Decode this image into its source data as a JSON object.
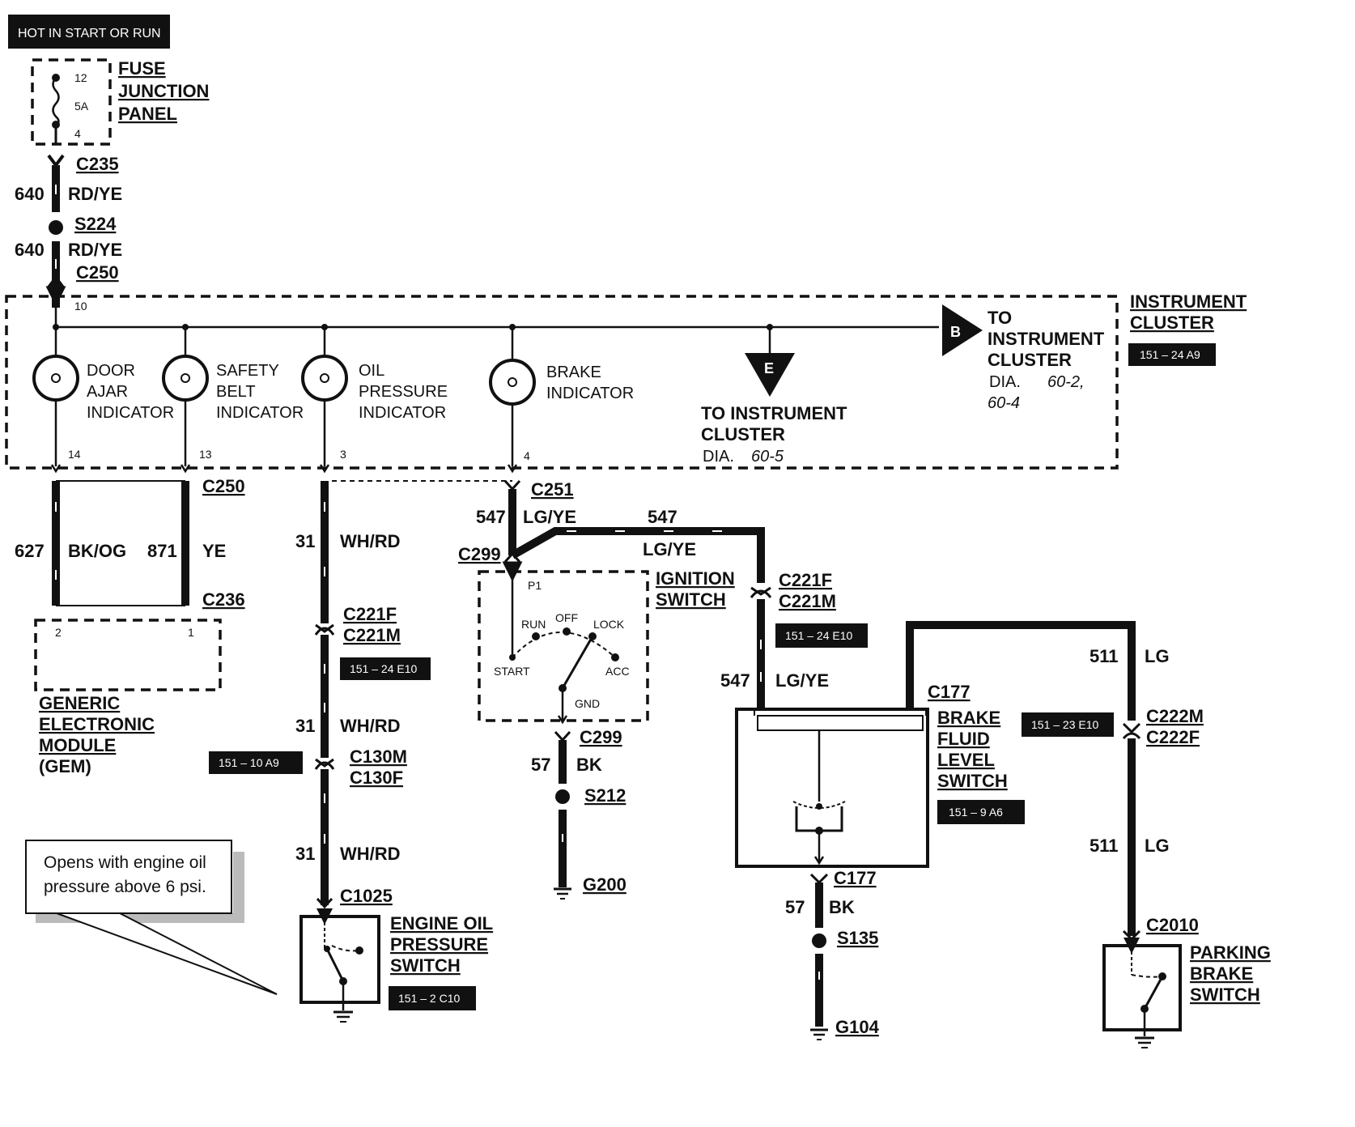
{
  "header": {
    "hot_label": "HOT IN START OR RUN"
  },
  "fuse": {
    "panel_line1": "FUSE",
    "panel_line2": "JUNCTION",
    "panel_line3": "PANEL",
    "pin_top": "12",
    "rating": "5A",
    "pin_bottom": "4"
  },
  "feed": {
    "c235": "C235",
    "circuit1": "640",
    "color1": "RD/YE",
    "s224": "S224",
    "circuit2": "640",
    "color2": "RD/YE",
    "c250_top": "C250"
  },
  "cluster": {
    "title_line1": "INSTRUMENT",
    "title_line2": "CLUSTER",
    "ref": "151 – 24 A9",
    "pin_in": "10",
    "door_line1": "DOOR",
    "door_line2": "AJAR",
    "door_line3": "INDICATOR",
    "door_pin": "14",
    "belt_line1": "SAFETY",
    "belt_line2": "BELT",
    "belt_line3": "INDICATOR",
    "belt_pin": "13",
    "oil_line1": "OIL",
    "oil_line2": "PRESSURE",
    "oil_line3": "INDICATOR",
    "oil_pin": "3",
    "brake_line1": "BRAKE",
    "brake_line2": "INDICATOR",
    "brake_pin": "4",
    "conn_e": "E",
    "e_line1": "TO INSTRUMENT",
    "e_line2": "CLUSTER",
    "e_dia": "DIA.",
    "e_dia_num": "60-5",
    "conn_b": "B",
    "b_line1": "TO",
    "b_line2": "INSTRUMENT",
    "b_line3": "CLUSTER",
    "b_dia": "DIA.",
    "b_dia_num1": "60-2,",
    "b_dia_num2": "60-4"
  },
  "gem": {
    "c250": "C250",
    "c236": "C236",
    "circuit_a": "627",
    "color_a": "BK/OG",
    "circuit_b": "871",
    "color_b": "YE",
    "pin2": "2",
    "pin1": "1",
    "label_line1": "GENERIC",
    "label_line2": "ELECTRONIC",
    "label_line3": "MODULE",
    "label_line4": "(GEM)"
  },
  "oil_circuit": {
    "circuit1": "31",
    "color1": "WH/RD",
    "c221f": "C221F",
    "c221m": "C221M",
    "ref1": "151 – 24 E10",
    "circuit2": "31",
    "color2": "WH/RD",
    "c130m": "C130M",
    "c130f": "C130F",
    "ref2": "151 – 10 A9",
    "circuit3": "31",
    "color3": "WH/RD",
    "c1025": "C1025",
    "switch_line1": "ENGINE OIL",
    "switch_line2": "PRESSURE",
    "switch_line3": "SWITCH",
    "switch_ref": "151 – 2 C10",
    "note_line1": "Opens with engine oil",
    "note_line2": "pressure above 6 psi."
  },
  "ignition": {
    "c251": "C251",
    "circuit1": "547",
    "color1": "LG/YE",
    "circuit2": "547",
    "color2": "LG/YE",
    "c299_top": "C299",
    "label_line1": "IGNITION",
    "label_line2": "SWITCH",
    "p1": "P1",
    "run": "RUN",
    "off": "OFF",
    "lock": "LOCK",
    "start": "START",
    "acc": "ACC",
    "gnd": "GND",
    "c299_bottom": "C299",
    "circuit_gnd": "57",
    "color_gnd": "BK",
    "s212": "S212",
    "g200": "G200"
  },
  "brake_fluid": {
    "c221f": "C221F",
    "c221m": "C221M",
    "ref1": "151 – 24 E10",
    "circuit": "547",
    "color": "LG/YE",
    "c177_top": "C177",
    "label_line1": "BRAKE",
    "label_line2": "FLUID",
    "label_line3": "LEVEL",
    "label_line4": "SWITCH",
    "ref2": "151 – 9 A6",
    "c177_bottom": "C177",
    "circuit_gnd": "57",
    "color_gnd": "BK",
    "s135": "S135",
    "g104": "G104"
  },
  "parking": {
    "circuit1": "511",
    "color1": "LG",
    "ref": "151 – 23 E10",
    "c222m": "C222M",
    "c222f": "C222F",
    "circuit2": "511",
    "color2": "LG",
    "c2010": "C2010",
    "label_line1": "PARKING",
    "label_line2": "BRAKE",
    "label_line3": "SWITCH"
  }
}
